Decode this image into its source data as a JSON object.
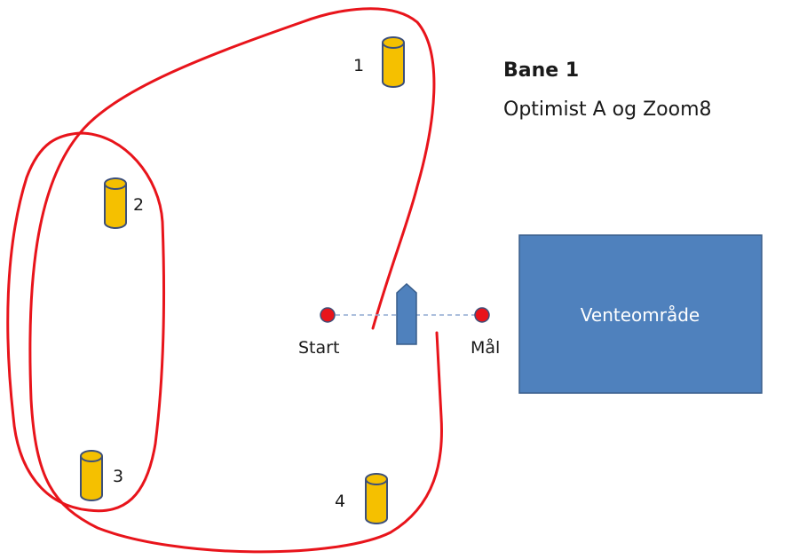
{
  "title": "Bane 1",
  "subtitle": "Optimist A og Zoom8",
  "waiting_area": {
    "label": "Venteområde"
  },
  "start_label": "Start",
  "finish_label": "Mål",
  "buoys": [
    {
      "number": "1"
    },
    {
      "number": "2"
    },
    {
      "number": "3"
    },
    {
      "number": "4"
    }
  ],
  "colors": {
    "course": "#e8141b",
    "buoy_fill": "#f5c000",
    "buoy_stroke": "#3c4f7a",
    "box_fill": "#4f81bd",
    "box_stroke": "#385d8a",
    "mark_dot": "#e8141b",
    "start_line": "#8fa8d0"
  }
}
